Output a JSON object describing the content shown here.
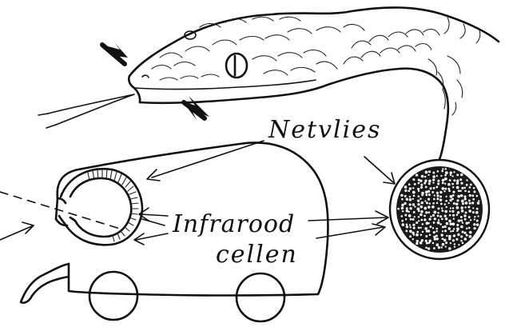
{
  "labels": {
    "retina": "Netvlies",
    "infrared_line1": "Infrarood",
    "infrared_line2": "cellen"
  },
  "colors": {
    "ink": "#111111",
    "paper": "#ffffff"
  }
}
